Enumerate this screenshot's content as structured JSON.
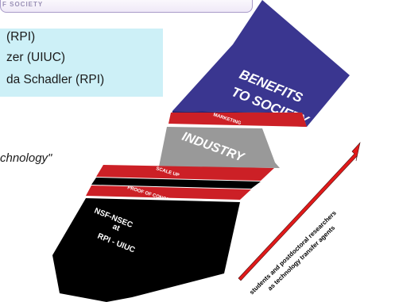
{
  "header": {
    "tag_text": "F SOCIETY"
  },
  "team": {
    "lines": [
      "(RPI)",
      "zer (UIUC)",
      "da Schadler (RPI)"
    ]
  },
  "quote": {
    "text": "chnology\""
  },
  "staircase": {
    "top_label": [
      "BENEFITS",
      "TO SOCIETY"
    ],
    "marketing_label": "MARKETING",
    "industry_label": "INDUSTRY",
    "scale_up_label": "SCALE UP",
    "proof_label": "PROOF OF CONCEPT",
    "base_label": [
      "NSF-NSEC",
      "at",
      "RPI - UIUC"
    ]
  },
  "arrow": {
    "label_lines": [
      "students and postdoctoral researchers",
      "as technology transfer agents"
    ]
  },
  "colors": {
    "purple": "#3a3690",
    "gray": "#999999",
    "red": "#cc2026",
    "black": "#000000",
    "arrow_red": "#e11a1a",
    "names_bg": "#cdf0f7"
  }
}
